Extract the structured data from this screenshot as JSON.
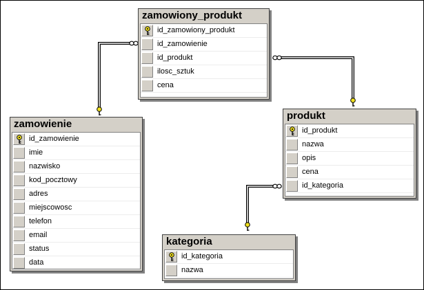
{
  "tables": [
    {
      "id": "zamowiony_produkt",
      "title": "zamowiony_produkt",
      "columns": [
        {
          "name": "id_zamowiony_produkt",
          "key": true
        },
        {
          "name": "id_zamowienie",
          "key": false
        },
        {
          "name": "id_produkt",
          "key": false
        },
        {
          "name": "ilosc_sztuk",
          "key": false
        },
        {
          "name": "cena",
          "key": false
        }
      ]
    },
    {
      "id": "zamowienie",
      "title": "zamowienie",
      "columns": [
        {
          "name": "id_zamowienie",
          "key": true
        },
        {
          "name": "imie",
          "key": false
        },
        {
          "name": "nazwisko",
          "key": false
        },
        {
          "name": "kod_pocztowy",
          "key": false
        },
        {
          "name": "adres",
          "key": false
        },
        {
          "name": "miejscowosc",
          "key": false
        },
        {
          "name": "telefon",
          "key": false
        },
        {
          "name": "email",
          "key": false
        },
        {
          "name": "status",
          "key": false
        },
        {
          "name": "data",
          "key": false
        }
      ]
    },
    {
      "id": "produkt",
      "title": "produkt",
      "columns": [
        {
          "name": "id_produkt",
          "key": true
        },
        {
          "name": "nazwa",
          "key": false
        },
        {
          "name": "opis",
          "key": false
        },
        {
          "name": "cena",
          "key": false
        },
        {
          "name": "id_kategoria",
          "key": false
        }
      ]
    },
    {
      "id": "kategoria",
      "title": "kategoria",
      "columns": [
        {
          "name": "id_kategoria",
          "key": true
        },
        {
          "name": "nazwa",
          "key": false
        }
      ]
    }
  ],
  "relationships": [
    {
      "from": "zamowienie",
      "to": "zamowiony_produkt",
      "one_end_icon": "key-icon",
      "many_end_icon": "infinity-icon"
    },
    {
      "from": "produkt",
      "to": "zamowiony_produkt",
      "one_end_icon": "key-icon",
      "many_end_icon": "infinity-icon"
    },
    {
      "from": "kategoria",
      "to": "produkt",
      "one_end_icon": "key-icon",
      "many_end_icon": "infinity-icon"
    }
  ],
  "colors": {
    "header": "#d4d0c8",
    "key": "#f0e020",
    "line": "#000000"
  }
}
